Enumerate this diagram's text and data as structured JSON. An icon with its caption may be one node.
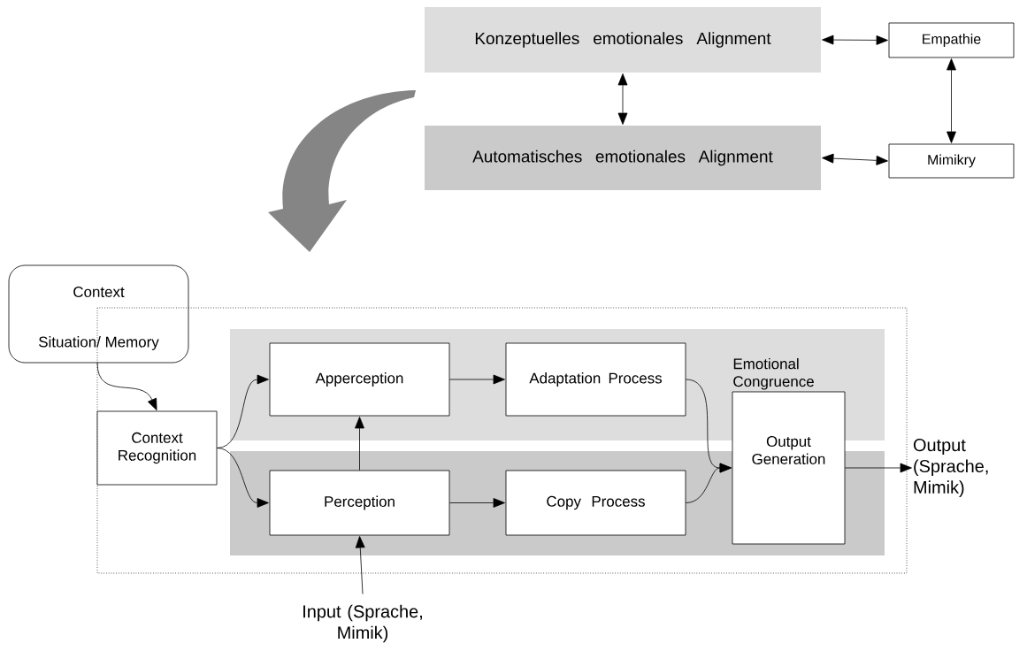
{
  "diagram": {
    "nodes": [
      {
        "text": [
          "Konzeptuelles emotionales Alignment"
        ]
      },
      {
        "text": [
          "Empathie"
        ]
      },
      {
        "text": [
          "Automatisches emotionales Alignment"
        ]
      },
      {
        "text": [
          "Mimikry"
        ]
      },
      {
        "text": [
          "Context",
          "Situation/ Memory"
        ]
      },
      {
        "text": [
          "Context Recognition"
        ]
      },
      {
        "text": [
          "Apperception"
        ]
      },
      {
        "text": [
          "Adaptation Process"
        ]
      },
      {
        "text": [
          "Perception"
        ]
      },
      {
        "text": [
          "Copy Process"
        ]
      },
      {
        "text": [
          "Emotional Congruence",
          "Output Generation"
        ]
      },
      {
        "text": [
          "Output (Sprache, Mimik)"
        ]
      },
      {
        "text": [
          "Input (Sprache, Mimik)"
        ]
      }
    ],
    "edges": [
      {
        "from": 0,
        "to": 1,
        "arrow": "both"
      },
      {
        "from": 0,
        "to": 2,
        "arrow": "both"
      },
      {
        "from": 1,
        "to": 3,
        "arrow": "both"
      },
      {
        "from": 2,
        "to": 3,
        "arrow": "both"
      },
      {
        "from": 4,
        "to": 5,
        "arrow": "to"
      },
      {
        "from": 5,
        "to": 6,
        "arrow": "to"
      },
      {
        "from": 5,
        "to": 8,
        "arrow": "to"
      },
      {
        "from": 6,
        "to": 7,
        "arrow": "to"
      },
      {
        "from": 8,
        "to": 6,
        "arrow": "to"
      },
      {
        "from": 8,
        "to": 9,
        "arrow": "to"
      },
      {
        "from": 7,
        "to": 10,
        "arrow": "to"
      },
      {
        "from": 9,
        "to": 10,
        "arrow": "to"
      },
      {
        "from": 10,
        "to": 11,
        "arrow": "to"
      },
      {
        "from": 12,
        "to": 8,
        "arrow": "to"
      }
    ]
  }
}
